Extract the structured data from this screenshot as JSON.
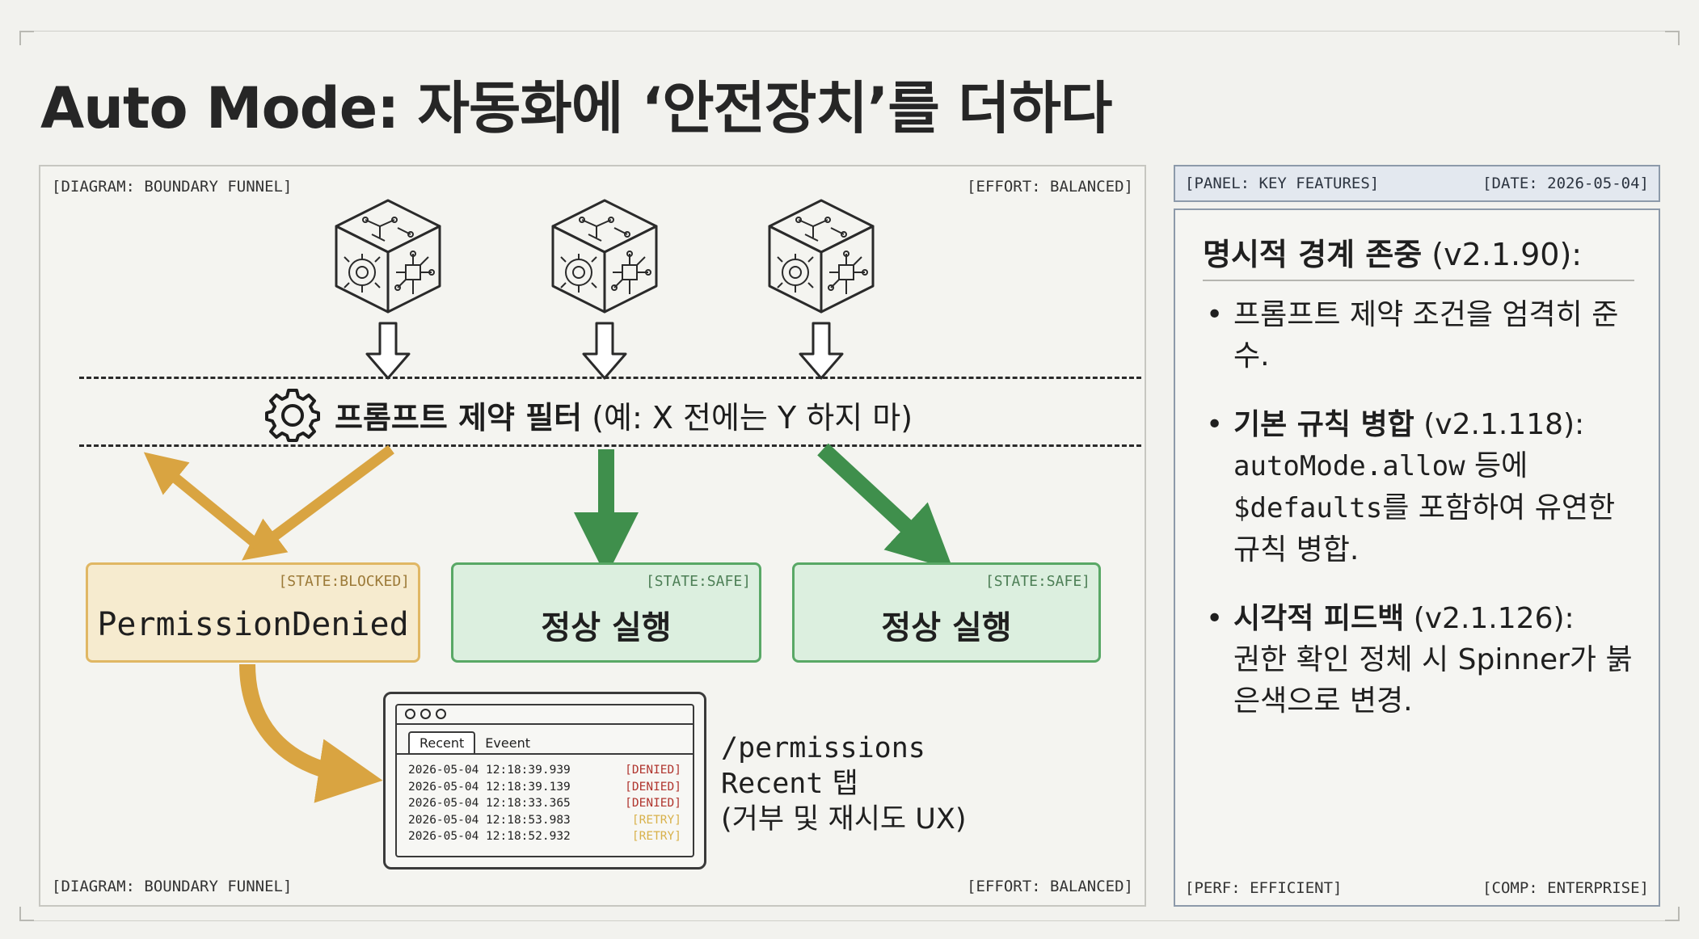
{
  "title": "Auto Mode: 자동화에 ‘안전장치’를 더하다",
  "diagram": {
    "tag_top_left": "[DIAGRAM: BOUNDARY FUNNEL]",
    "tag_top_right": "[EFFORT: BALANCED]",
    "tag_bottom_left": "[DIAGRAM: BOUNDARY FUNNEL]",
    "tag_bottom_right": "[EFFORT: BALANCED]",
    "cube_icon": "neural-network-cube-icon",
    "filter": {
      "icon": "gear-icon",
      "label_bold": "프롬프트 제약 필터",
      "label_rest": " (예: X 전에는 Y 하지 마)"
    },
    "states": [
      {
        "tag": "[STATE:BLOCKED]",
        "label": "PermissionDenied",
        "color": "#e0b764"
      },
      {
        "tag": "[STATE:SAFE]",
        "label": "정상 실행",
        "color": "#59a866"
      },
      {
        "tag": "[STATE:SAFE]",
        "label": "정상 실행",
        "color": "#59a866"
      }
    ],
    "terminal": {
      "tabs": [
        "Recent",
        "Eveent"
      ],
      "rows": [
        {
          "time": "2026-05-04 12:18:39.939",
          "status": "[DENIED]"
        },
        {
          "time": "2026-05-04 12:18:39.139",
          "status": "[DENIED]"
        },
        {
          "time": "2026-05-04 12:18:33.365",
          "status": "[DENIED]"
        },
        {
          "time": "2026-05-04 12:18:53.983",
          "status": "[RETRY]"
        },
        {
          "time": "2026-05-04 12:18:52.932",
          "status": "[RETRY]"
        }
      ]
    },
    "note": {
      "line1": "/permissions",
      "line2a": "Recent",
      "line2b": " 탭",
      "line3": "(거부 및 재시도 UX)"
    },
    "colors": {
      "blocked_arrow": "#d9a441",
      "safe_arrow": "#3f8f4c"
    }
  },
  "panel": {
    "head_left": "[PANEL: KEY FEATURES]",
    "head_right": "[DATE: 2026-05-04]",
    "title_bold": "명시적 경계 존중",
    "title_version": " (v2.1.90):",
    "items": [
      {
        "text": "프롬프트 제약 조건을 엄격히 준수."
      },
      {
        "bold": "기본 규칙 병합",
        "version": " (v2.1.118):",
        "code1": "autoMode.allow",
        "mid": " 등에 ",
        "code2": "$defaults",
        "tail": "를 포함하여 유연한 규칙 병합."
      },
      {
        "bold": "시각적 피드백",
        "version": " (v2.1.126):",
        "desc": "권한 확인 정체 시 Spinner가 붉은색으로 변경."
      }
    ],
    "foot_left": "[PERF: EFFICIENT]",
    "foot_right": "[COMP: ENTERPRISE]"
  }
}
